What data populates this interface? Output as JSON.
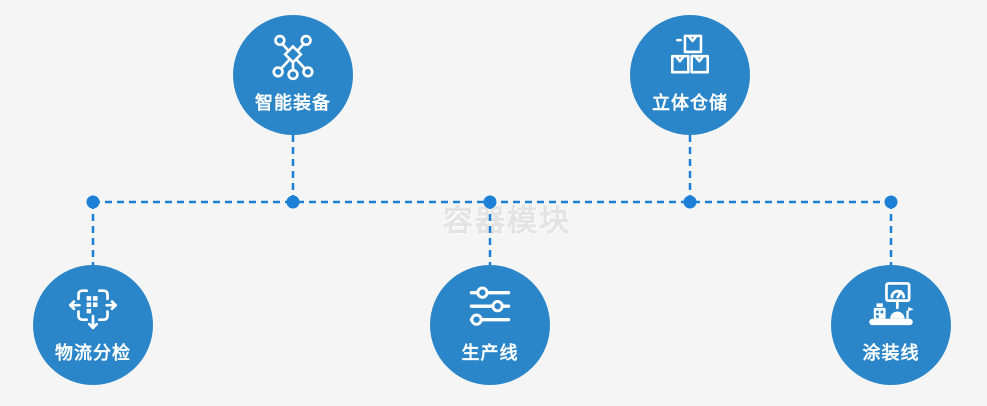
{
  "watermark": {
    "text": "容器模块"
  },
  "colors": {
    "background": "#f5f5f6",
    "node": "#2b86c9",
    "connector": "#1d80d6",
    "icon": "#ffffff",
    "label": "#ffffff",
    "watermark": "#e3e3e3"
  },
  "nodes": [
    {
      "id": "smart-equipment",
      "label": "智能装备",
      "icon": "network-nodes-icon"
    },
    {
      "id": "stereo-warehouse",
      "label": "立体仓储",
      "icon": "stacked-boxes-icon"
    },
    {
      "id": "logistics-sorting",
      "label": "物流分检",
      "icon": "sorting-arrows-icon"
    },
    {
      "id": "production-line",
      "label": "生产线",
      "icon": "sliders-icon"
    },
    {
      "id": "painting-line",
      "label": "涂装线",
      "icon": "machine-console-icon"
    }
  ]
}
